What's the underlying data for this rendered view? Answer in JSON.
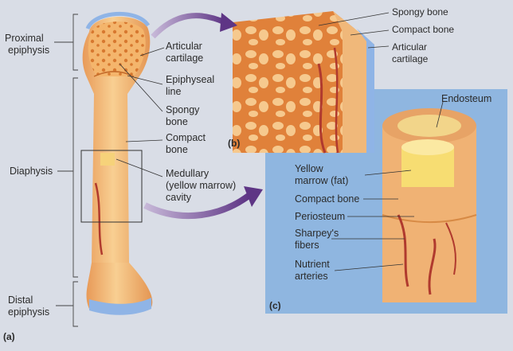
{
  "diagram": {
    "panel_a": {
      "tag": "(a)",
      "regions": [
        "Proximal",
        "epiphysis",
        "Diaphysis",
        "Distal",
        "epiphysis"
      ],
      "labels": {
        "articular": [
          "Articular",
          "cartilage"
        ],
        "epiphyseal": [
          "Epiphyseal",
          "line"
        ],
        "spongy": [
          "Spongy",
          "bone"
        ],
        "compact": [
          "Compact",
          "bone"
        ],
        "medullary": [
          "Medullary",
          "(yellow marrow)",
          "cavity"
        ]
      }
    },
    "panel_b": {
      "tag": "(b)",
      "labels": {
        "spongy": "Spongy bone",
        "compact": "Compact bone",
        "articular": [
          "Articular",
          "cartilage"
        ]
      }
    },
    "panel_c": {
      "tag": "(c)",
      "labels": {
        "endosteum": "Endosteum",
        "yellow": [
          "Yellow",
          "marrow (fat)"
        ],
        "compact": "Compact bone",
        "periosteum": "Periosteum",
        "sharpey": [
          "Sharpey's",
          "fibers"
        ],
        "nutrient": [
          "Nutrient",
          "arteries"
        ]
      }
    },
    "colors": {
      "background": "#d9dde6",
      "bone": "#f2c080",
      "cartilage": "#8fb4e6",
      "panel_c_bg": "#8fb6e0",
      "artery": "#b03a2e",
      "arrow": "#6a3f8e"
    }
  }
}
